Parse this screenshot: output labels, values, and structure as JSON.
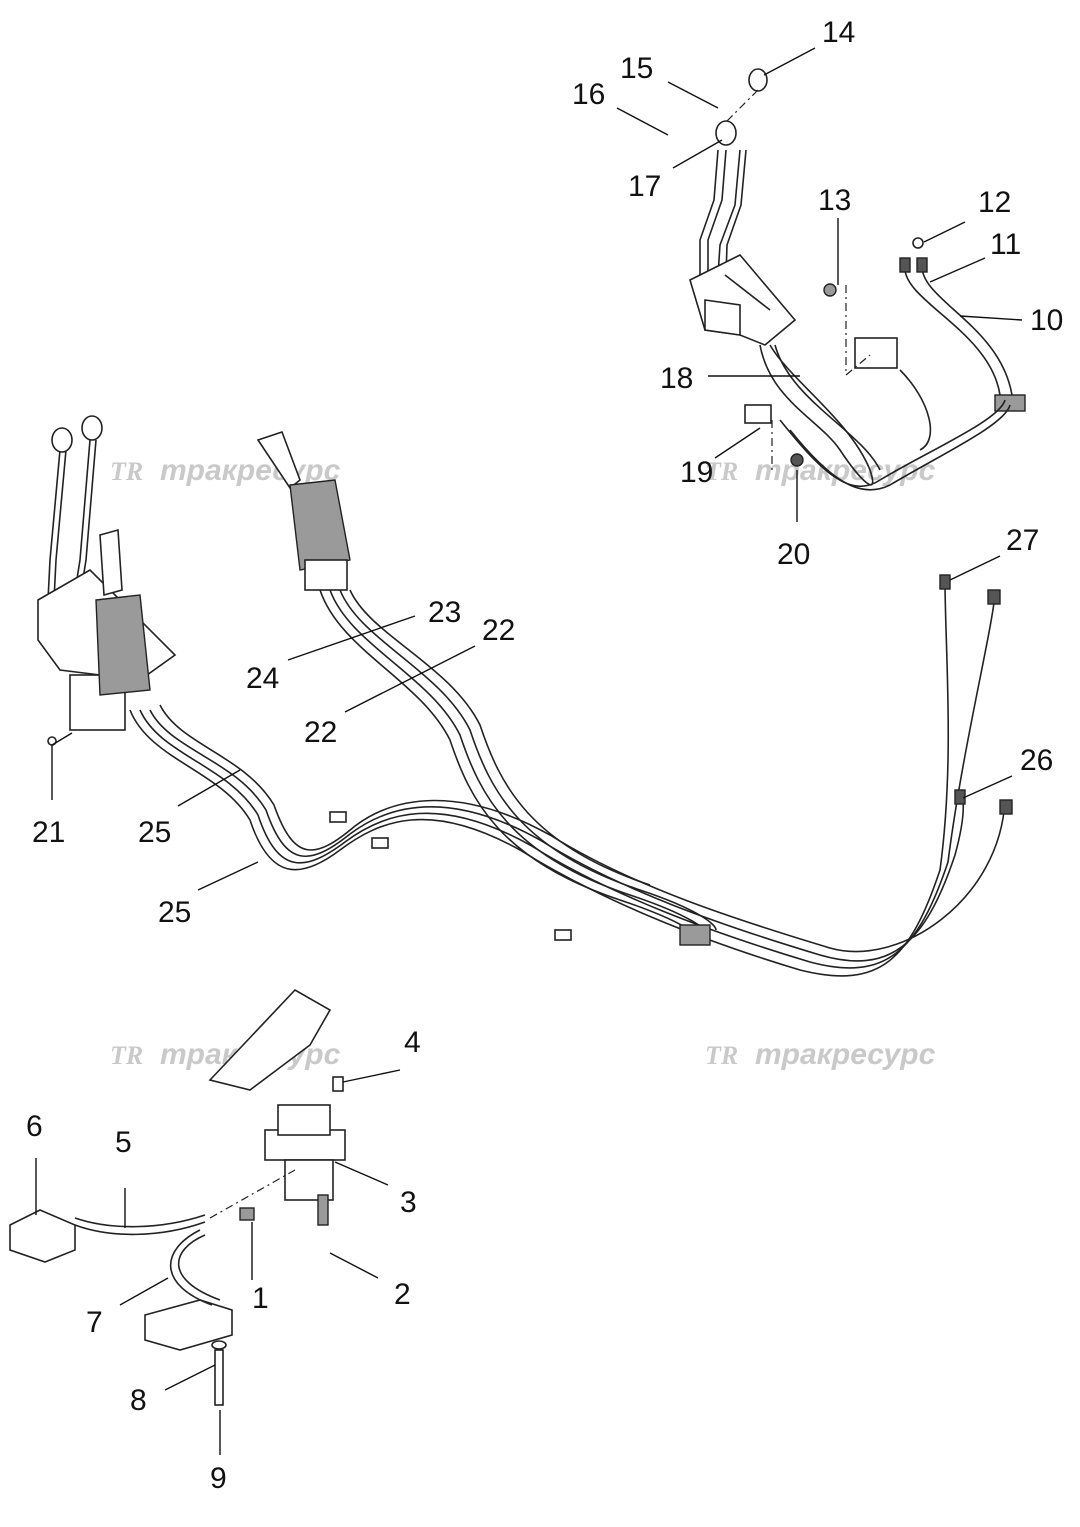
{
  "watermark": {
    "logo": "TR",
    "text": "тракресурс"
  },
  "callouts": [
    {
      "id": "c1",
      "label": "1"
    },
    {
      "id": "c2",
      "label": "2"
    },
    {
      "id": "c3",
      "label": "3"
    },
    {
      "id": "c4",
      "label": "4"
    },
    {
      "id": "c5",
      "label": "5"
    },
    {
      "id": "c6",
      "label": "6"
    },
    {
      "id": "c7",
      "label": "7"
    },
    {
      "id": "c8",
      "label": "8"
    },
    {
      "id": "c9",
      "label": "9"
    },
    {
      "id": "c10",
      "label": "10"
    },
    {
      "id": "c11",
      "label": "11"
    },
    {
      "id": "c12",
      "label": "12"
    },
    {
      "id": "c13",
      "label": "13"
    },
    {
      "id": "c14",
      "label": "14"
    },
    {
      "id": "c15",
      "label": "15"
    },
    {
      "id": "c16",
      "label": "16"
    },
    {
      "id": "c17",
      "label": "17"
    },
    {
      "id": "c18",
      "label": "18"
    },
    {
      "id": "c19",
      "label": "19"
    },
    {
      "id": "c20",
      "label": "20"
    },
    {
      "id": "c21",
      "label": "21"
    },
    {
      "id": "c22a",
      "label": "22"
    },
    {
      "id": "c22b",
      "label": "22"
    },
    {
      "id": "c23",
      "label": "23"
    },
    {
      "id": "c24",
      "label": "24"
    },
    {
      "id": "c25a",
      "label": "25"
    },
    {
      "id": "c25b",
      "label": "25"
    },
    {
      "id": "c26",
      "label": "26"
    },
    {
      "id": "c27",
      "label": "27"
    }
  ]
}
